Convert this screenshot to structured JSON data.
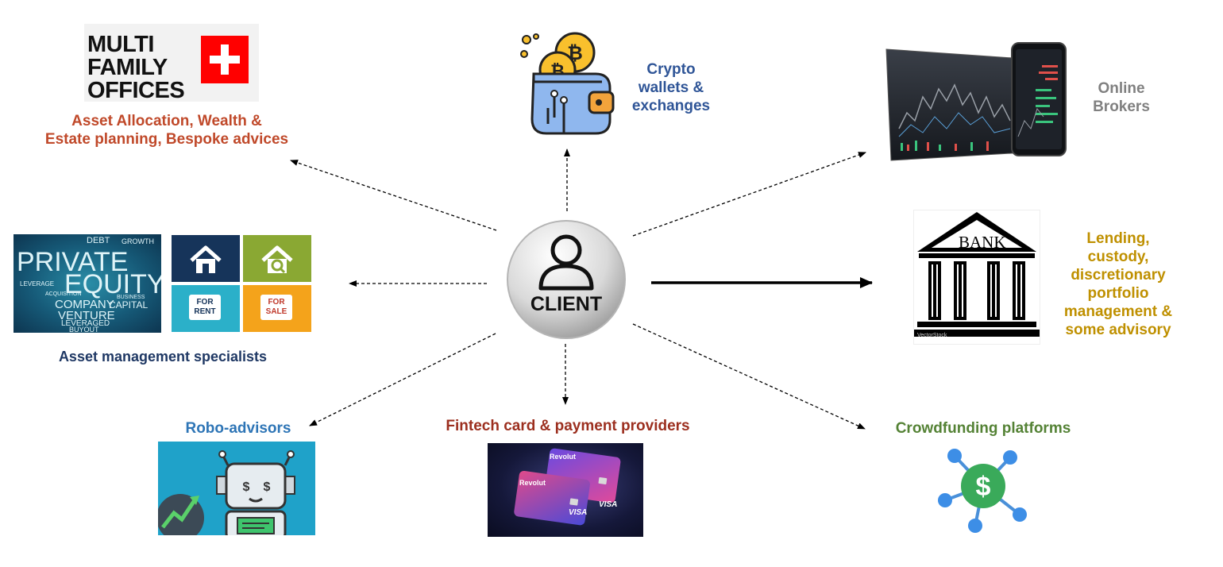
{
  "center": {
    "label": "CLIENT"
  },
  "nodes": {
    "multi_family_offices": {
      "logo_text": "MULTI\nFAMILY\nOFFICES",
      "caption_line1": "Asset Allocation, Wealth &",
      "caption_line2": "Estate planning, Bespoke advices",
      "color": "#c0492a"
    },
    "crypto": {
      "caption_line1": "Crypto",
      "caption_line2": "wallets &",
      "caption_line3": "exchanges",
      "color": "#2f5597"
    },
    "online_brokers": {
      "caption_line1": "Online",
      "caption_line2": "Brokers",
      "color": "#808080"
    },
    "asset_management": {
      "caption": "Asset management specialists",
      "color": "#1f3864",
      "pe_words": [
        "PRIVATE",
        "EQUITY",
        "COMPANY",
        "VENTURE",
        "LEVERAGED",
        "BUYOUT",
        "DEBT",
        "GROWTH",
        "CAPITAL",
        "ACQUISITION",
        "LEVERAGE",
        "BUSINESS"
      ],
      "real_estate": {
        "for_rent": "FOR\nRENT",
        "for_sale": "FOR\nSALE"
      }
    },
    "bank": {
      "sign": "BANK",
      "caption_line1": "Lending,",
      "caption_line2": "custody,",
      "caption_line3": "discretionary",
      "caption_line4": "portfolio",
      "caption_line5": "management &",
      "caption_line6": "some advisory",
      "color": "#bf9000",
      "watermark": "VectorStock"
    },
    "robo_advisors": {
      "caption": "Robo-advisors",
      "color": "#2e75b6"
    },
    "fintech_cards": {
      "caption": "Fintech card & payment providers",
      "color": "#9c2f1f",
      "card_brand": "Revolut",
      "card_network": "VISA"
    },
    "crowdfunding": {
      "caption": "Crowdfunding platforms",
      "color": "#548235"
    }
  },
  "colors": {
    "arrow": "#000000",
    "swiss_red": "#ff0000"
  }
}
